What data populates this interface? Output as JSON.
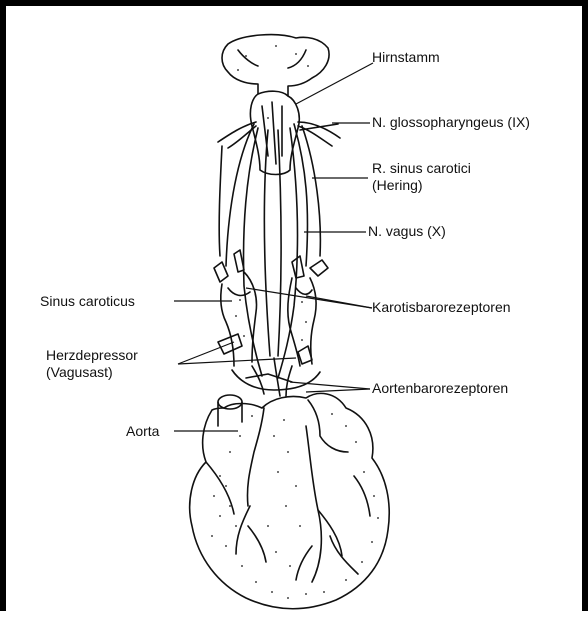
{
  "colors": {
    "ink": "#111111",
    "frame": "#000000",
    "background": "#ffffff"
  },
  "labels": {
    "hirnstamm": "Hirnstamm",
    "glossopharyngeus": "N. glossopharyngeus (IX)",
    "sinus_carotici": [
      "R. sinus carotici",
      "(Hering)"
    ],
    "vagus": "N. vagus (X)",
    "sinus_caroticus": "Sinus caroticus",
    "karotisbaro": "Karotisbarorezeptoren",
    "herzdepressor": [
      "Herzdepressor",
      "(Vagusast)"
    ],
    "aortenbaro": "Aortenbarorezeptoren",
    "aorta": "Aorta"
  },
  "illustration": {
    "subject": "brainstem-nerves-heart-anatomy",
    "parts": [
      "brainstem",
      "glossopharyngeal-nerve",
      "carotid-sinus-nerve",
      "vagus-nerve",
      "carotid-artery-left",
      "carotid-artery-right",
      "aortic-arch",
      "heart"
    ]
  }
}
